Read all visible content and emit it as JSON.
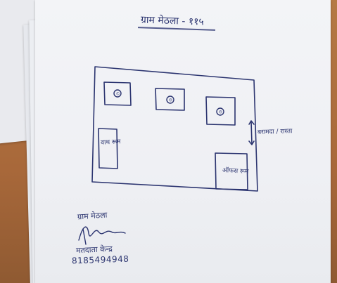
{
  "document": {
    "title": "ग्राम मेठला - ११५",
    "rooms": [
      {
        "label": "©"
      },
      {
        "label": "®"
      },
      {
        "label": "®"
      }
    ],
    "left_room_label": "वाथ रूम",
    "bottom_room_label": "ऑफस रूम",
    "side_note": "बरामदा / रास्ता",
    "signature_name": "ग्राम मेठला",
    "signature_role": "मतदाता केन्द्र",
    "phone": "8185494948"
  },
  "colors": {
    "ink": "#2c3570",
    "paper": "#f1f2f5",
    "table": "#a8683a"
  }
}
